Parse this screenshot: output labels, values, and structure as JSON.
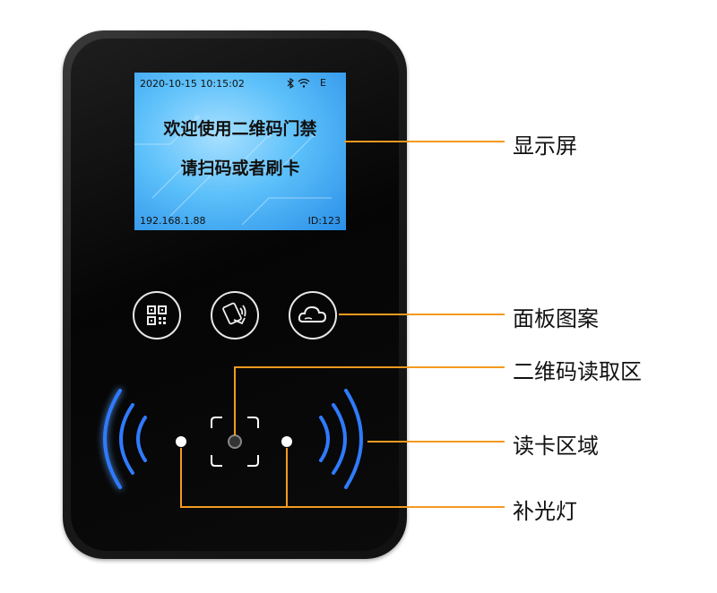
{
  "screen": {
    "datetime": "2020-10-15  10:15:02",
    "status_icons": "E",
    "welcome": "欢迎使用二维码门禁",
    "prompt": "请扫码或者刷卡",
    "ip": "192.168.1.88",
    "device_id": "ID:123"
  },
  "annotations": {
    "display": "显示屏",
    "panel": "面板图案",
    "qr_area": "二维码读取区",
    "card_area": "读卡区域",
    "fill_light": "补光灯"
  },
  "colors": {
    "accent_line": "#f39a1e",
    "rfid_glow": "#2f7bff",
    "screen_bg": "#5cc0fa"
  },
  "icons": [
    "qr-code-icon",
    "card-tap-icon",
    "cloud-icon",
    "bluetooth-icon",
    "wifi-icon"
  ]
}
